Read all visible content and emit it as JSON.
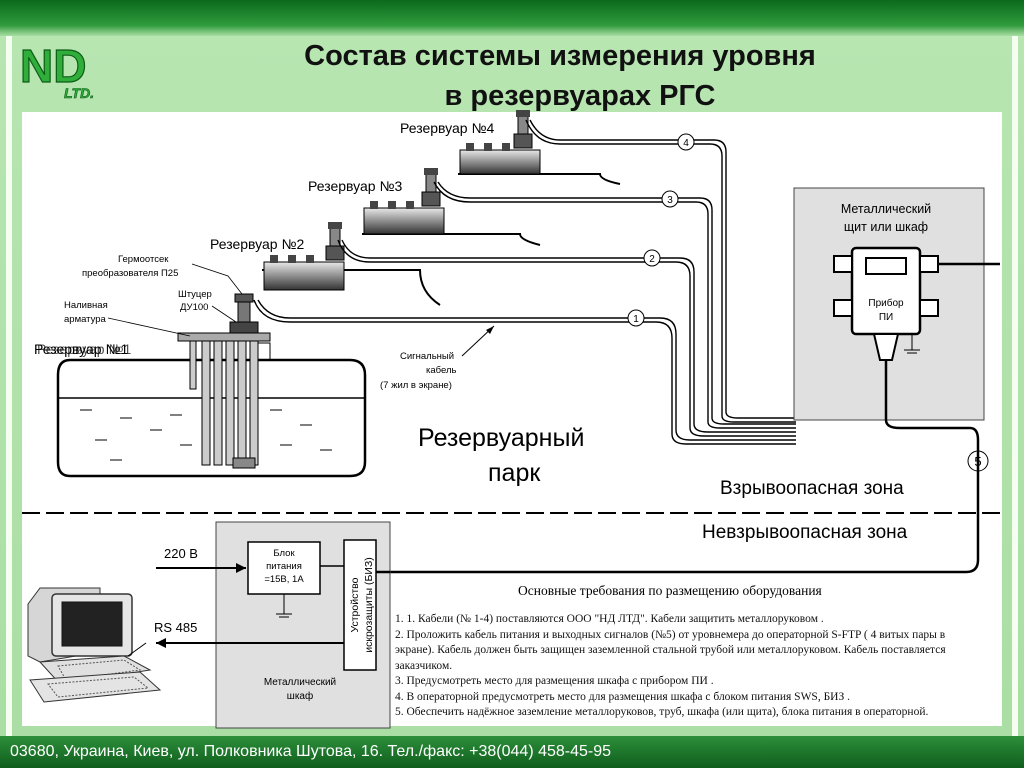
{
  "title": {
    "line1": "Состав системы измерения уровня",
    "line2": "в резервуарах РГС"
  },
  "logo": {
    "main": "ND",
    "sub": "LTD."
  },
  "tanks": [
    {
      "label": "Резервуар №1",
      "label_overlap": "Резервуар №1"
    },
    {
      "label": "Резервуар №2"
    },
    {
      "label": "Резервуар №3"
    },
    {
      "label": "Резервуар №4"
    }
  ],
  "callouts": {
    "hermo1": "Гермоотсек",
    "hermo2": "преобразователя П25",
    "shtucer1": "Штуцер",
    "shtucer2": "ДУ100",
    "naliv1": "Наливная",
    "naliv2": "арматура",
    "signal1": "Сигнальный",
    "signal2": "кабель",
    "signal3": "(7 жил в экране)"
  },
  "cable_numbers": [
    "1",
    "2",
    "3",
    "4",
    "5"
  ],
  "park": {
    "line1": "Резервуарный",
    "line2": "парк"
  },
  "zones": {
    "explosive": "Взрывоопасная зона",
    "safe": "Невзрывоопасная зона"
  },
  "cabinet_top": {
    "line1": "Металлический",
    "line2": "щит или шкаф",
    "device1": "Прибор",
    "device2": "ПИ"
  },
  "cabinet_bottom": {
    "line1": "Металлический",
    "line2": "шкаф",
    "psu": [
      "Блок",
      "питания",
      "=15В, 1А"
    ],
    "barrier": [
      "Устройство",
      "искрозащиты (БИЗ)"
    ]
  },
  "inputs": {
    "power": "220 В",
    "rs": "RS 485"
  },
  "requirements": {
    "heading": "Основные требования по размещению оборудования",
    "items": [
      "1. 1.  Кабели (№ 1-4) поставляются ООО \"НД ЛТД\". Кабели защитить металлоруковом .",
      "2. Проложить кабель питания и выходных сигналов (№5) от уровнемера до операторной S-FTP  ( 4 витых пары в",
      "экране).  Кабель должен быть защищен заземленной стальной трубой или металлоруковом.   Кабель поставляется",
      "заказчиком.",
      "3. Предусмотреть место для размещения шкафа с прибором ПИ .",
      "4. В операторной предусмотреть место для размещения шкафа с блоком питания SWS, БИЗ  .",
      "5. Обеспечить надёжное заземление металлоруковов, труб, шкафа (или щита), блока питания в операторной."
    ]
  },
  "footer": "03680, Украина, Киев, ул. Полковника Шутова, 16. Тел./факс: +38(044) 458-45-95"
}
